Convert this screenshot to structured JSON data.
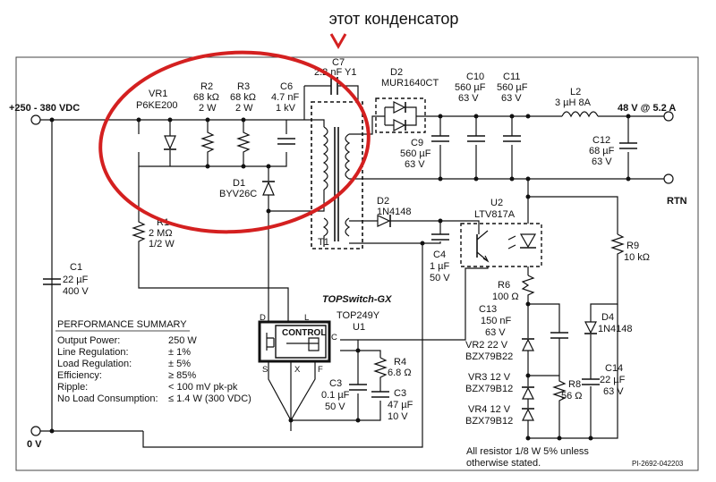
{
  "caption": "этот конденсатор",
  "colors": {
    "highlight": "#d42020",
    "ink": "#111111",
    "frame": "#444444"
  },
  "nets": {
    "vin": "+250 - 380 VDC",
    "gnd": "0 V",
    "vout": "48 V @ 5.2 A",
    "rtn": "RTN"
  },
  "components": {
    "vr1": {
      "ref": "VR1",
      "value": "P6KE200"
    },
    "r2": {
      "ref": "R2",
      "value": "68 kΩ",
      "rating": "2 W"
    },
    "r3": {
      "ref": "R3",
      "value": "68 kΩ",
      "rating": "2 W"
    },
    "c6": {
      "ref": "C6",
      "value": "4.7 nF",
      "rating": "1 kV"
    },
    "c7": {
      "ref": "C7",
      "value": "2.2 nF Y1"
    },
    "d2": {
      "ref": "D2",
      "value": "MUR1640CT"
    },
    "c10": {
      "ref": "C10",
      "value": "560 µF",
      "rating": "63 V"
    },
    "c11": {
      "ref": "C11",
      "value": "560 µF",
      "rating": "63 V"
    },
    "c9": {
      "ref": "C9",
      "value": "560 µF",
      "rating": "63 V"
    },
    "l2": {
      "ref": "L2",
      "value": "3 µH 8A"
    },
    "c12": {
      "ref": "C12",
      "value": "68 µF",
      "rating": "63 V"
    },
    "d1": {
      "ref": "D1",
      "value": "BYV26C"
    },
    "d2b": {
      "ref": "D2",
      "value": "1N4148"
    },
    "u2": {
      "ref": "U2",
      "value": "LTV817A"
    },
    "r1": {
      "ref": "R1",
      "value": "2 MΩ",
      "rating": "1/2 W"
    },
    "t1": {
      "ref": "T1"
    },
    "c4": {
      "ref": "C4",
      "value": "1 µF",
      "rating": "50 V"
    },
    "r9": {
      "ref": "R9",
      "value": "10 kΩ"
    },
    "c1": {
      "ref": "C1",
      "value": "22 µF",
      "rating": "400 V"
    },
    "r6": {
      "ref": "R6",
      "value": "100 Ω"
    },
    "u1": {
      "brand": "TOPSwitch-GX",
      "part": "TOP249Y",
      "ref": "U1",
      "block": "CONTROL",
      "pins": {
        "d": "D",
        "l": "L",
        "c": "C",
        "s": "S",
        "x": "X",
        "f": "F"
      }
    },
    "c13": {
      "ref": "C13",
      "value": "150 nF",
      "rating": "63 V"
    },
    "d4": {
      "ref": "D4",
      "value": "1N4148"
    },
    "vr2": {
      "ref": "VR2 22 V",
      "value": "BZX79B22"
    },
    "r4": {
      "ref": "R4",
      "value": "6.8 Ω"
    },
    "c3a": {
      "ref": "C3",
      "value": "0.1 µF",
      "rating": "50 V"
    },
    "c3b": {
      "ref": "C3",
      "value": "47 µF",
      "rating": "10 V"
    },
    "vr3": {
      "ref": "VR3 12 V",
      "value": "BZX79B12"
    },
    "r8": {
      "ref": "R8",
      "value": "56 Ω"
    },
    "c14": {
      "ref": "C14",
      "value": "22 µF",
      "rating": "63 V"
    },
    "vr4": {
      "ref": "VR4 12 V",
      "value": "BZX79B12"
    }
  },
  "summary": {
    "title": "PERFORMANCE SUMMARY",
    "rows": [
      {
        "label": "Output Power:",
        "value": "250 W"
      },
      {
        "label": "Line Regulation:",
        "value": "± 1%"
      },
      {
        "label": "Load Regulation:",
        "value": "± 5%"
      },
      {
        "label": "Efficiency:",
        "value": "≥ 85%"
      },
      {
        "label": "Ripple:",
        "value": "< 100 mV pk-pk"
      },
      {
        "label": "No Load Consumption:",
        "value": "≤ 1.4 W (300 VDC)"
      }
    ]
  },
  "notes": {
    "resistors_line1": "All resistor 1/8 W 5% unless",
    "resistors_line2": "otherwise stated.",
    "drawing_id": "PI-2692-042203"
  }
}
